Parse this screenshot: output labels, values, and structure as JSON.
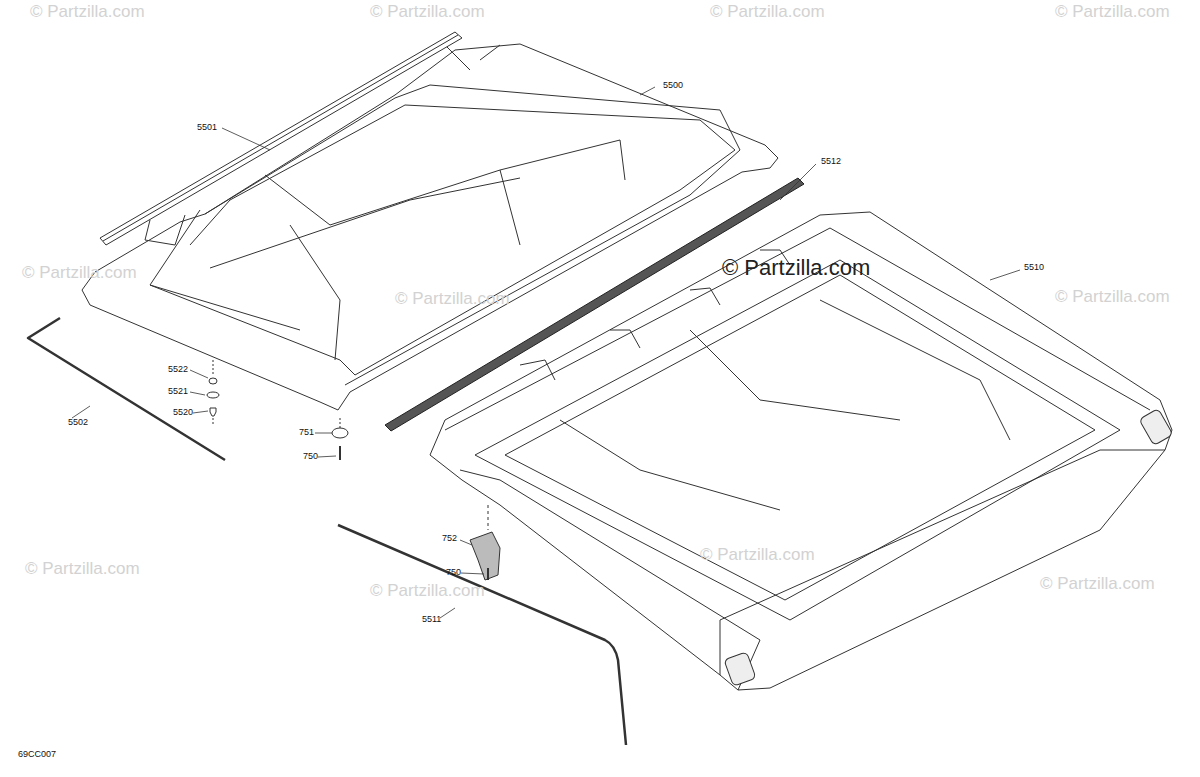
{
  "diagram": {
    "labels": [
      "5501",
      "5500",
      "5512",
      "5510",
      "5522",
      "5521",
      "5520",
      "5502",
      "751",
      "750",
      "752",
      "750",
      "5511",
      "69CC007",
      "© Partzilla.com",
      "© Partzilla.com",
      "© Partzilla.com",
      "© Partzilla.com",
      "© Partzilla.com",
      "© Partzilla.com",
      "© Partzilla.com",
      "© Partzilla.com",
      "© Partzilla.com",
      "© Partzilla.com",
      "© Partzilla.com",
      "© Partzilla.com"
    ]
  }
}
